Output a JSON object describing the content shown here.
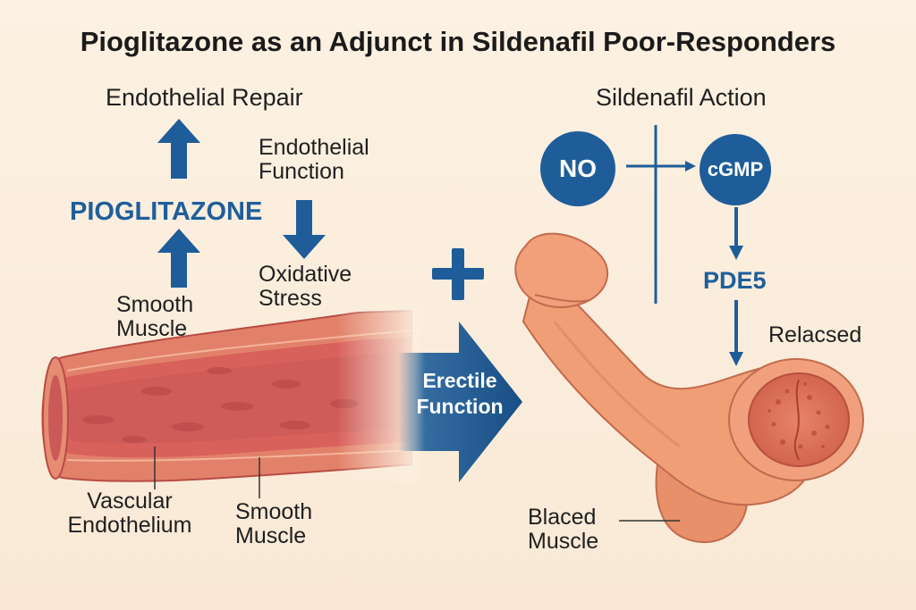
{
  "title": "Pioglitazone as an Adjunct in Sildenafil Poor-Responders",
  "left_panel": {
    "heading": "Endothelial Repair",
    "center_label": "PIOGLITAZONE",
    "smooth_muscle_top": [
      "Smooth",
      "Muscle"
    ],
    "endothelial_function": [
      "Endothelial",
      "Function"
    ],
    "oxidative_stress": [
      "Oxidative",
      "Stress"
    ],
    "vessel_labels": {
      "vascular_endothelium": [
        "Vascular",
        "Endothelium"
      ],
      "smooth_muscle": [
        "Smooth",
        "Muscle"
      ]
    }
  },
  "combine_symbol": "+",
  "center_arrow": [
    "Erectile",
    "Function"
  ],
  "right_panel": {
    "heading": "Sildenafil Action",
    "no_node": "NO",
    "cgmp_node": "cGMP",
    "pde5_label": "PDE5",
    "relaxed_label": "Relacsed",
    "blaced_muscle": [
      "Blaced",
      "Muscle"
    ]
  },
  "colors": {
    "accent_blue": "#1e5d99",
    "background": "#fbeedd",
    "tissue_orange": "#eb9a6e",
    "vessel_red": "#d8615c"
  }
}
